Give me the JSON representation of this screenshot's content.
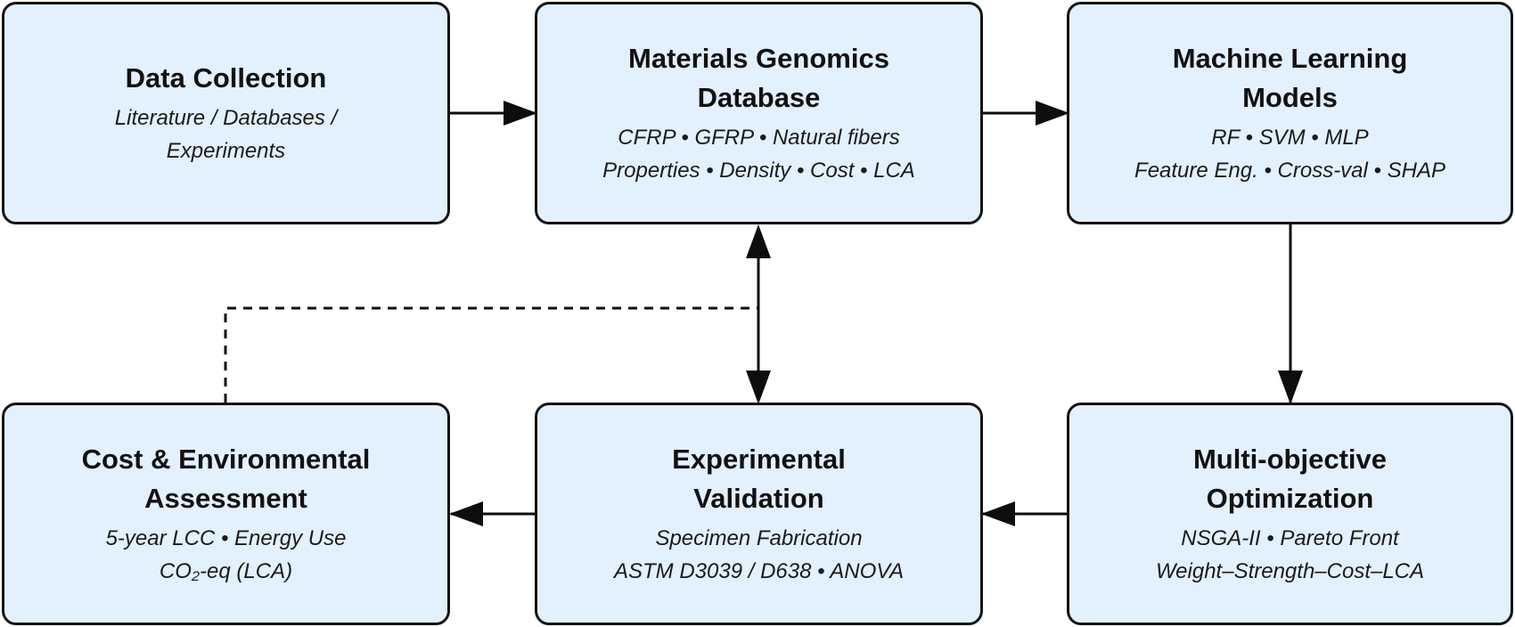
{
  "nodes": {
    "data_collection": {
      "title": [
        "Data Collection"
      ],
      "details": [
        "Literature / Databases /",
        "Experiments"
      ]
    },
    "materials_db": {
      "title": [
        "Materials Genomics",
        "Database"
      ],
      "details": [
        "CFRP • GFRP • Natural fibers",
        "Properties • Density • Cost • LCA"
      ]
    },
    "ml_models": {
      "title": [
        "Machine Learning",
        "Models"
      ],
      "details": [
        "RF • SVM • MLP",
        "Feature Eng. • Cross-val • SHAP"
      ]
    },
    "cost_env": {
      "title": [
        "Cost & Environmental",
        "Assessment"
      ],
      "details": [
        "5-year LCC • Energy Use",
        "CO₂-eq (LCA)"
      ]
    },
    "exp_validation": {
      "title": [
        "Experimental",
        "Validation"
      ],
      "details": [
        "Specimen Fabrication",
        "ASTM D3039 / D638 • ANOVA"
      ]
    },
    "moo": {
      "title": [
        "Multi-objective",
        "Optimization"
      ],
      "details": [
        "NSGA-II • Pareto Front",
        "Weight–Strength–Cost–LCA"
      ]
    }
  },
  "edges": [
    {
      "from": "data_collection",
      "to": "materials_db",
      "style": "solid",
      "direction": "forward"
    },
    {
      "from": "materials_db",
      "to": "ml_models",
      "style": "solid",
      "direction": "forward"
    },
    {
      "from": "ml_models",
      "to": "moo",
      "style": "solid",
      "direction": "forward"
    },
    {
      "from": "moo",
      "to": "exp_validation",
      "style": "solid",
      "direction": "forward"
    },
    {
      "from": "exp_validation",
      "to": "cost_env",
      "style": "solid",
      "direction": "forward"
    },
    {
      "from": "materials_db",
      "to": "exp_validation",
      "style": "solid",
      "direction": "both"
    },
    {
      "from": "cost_env",
      "to": "materials_db",
      "style": "dashed",
      "direction": "none"
    }
  ],
  "colors": {
    "box_fill": "#e3f0fd",
    "box_border": "#141414",
    "line": "#0d0d0d"
  }
}
